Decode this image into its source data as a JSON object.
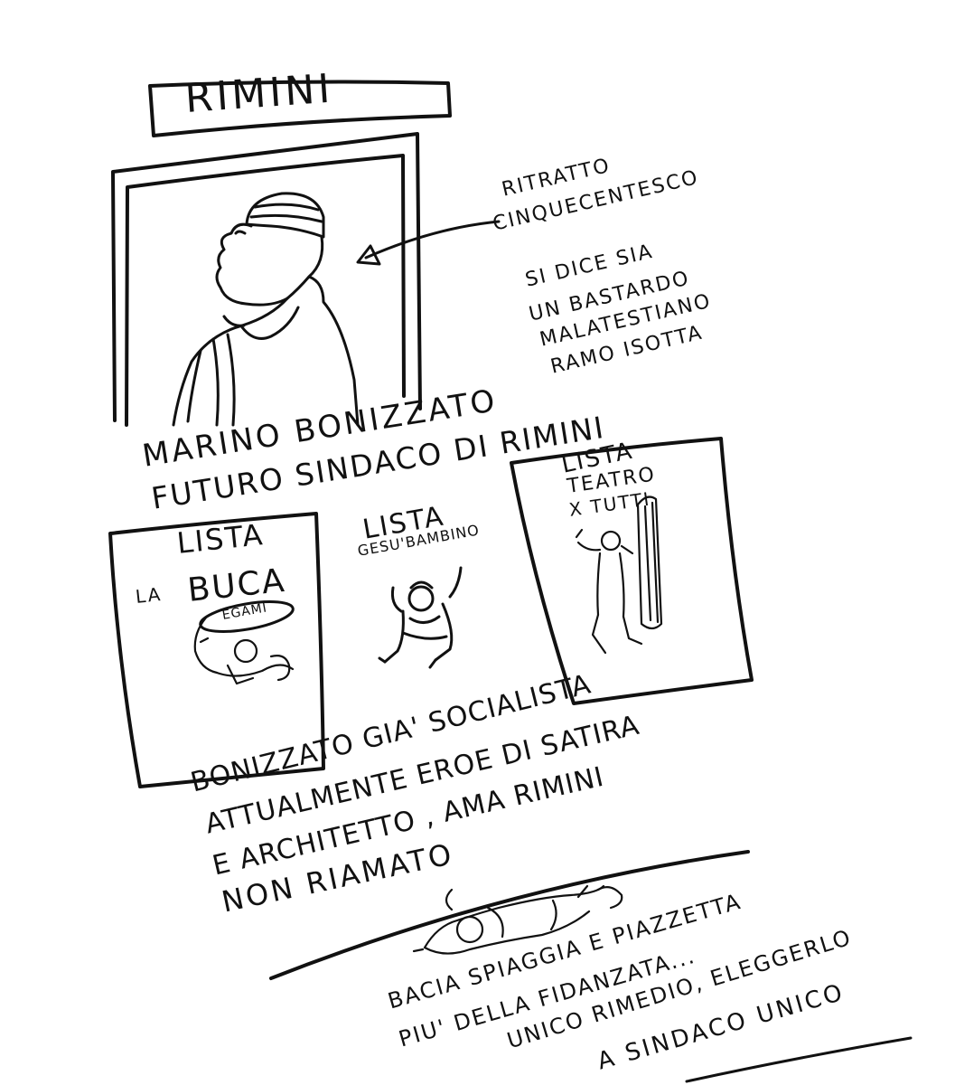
{
  "title": "RIMINI",
  "portrait_note": {
    "line1": "RITRATTO",
    "line2": "CINQUECENTESCO",
    "line3": "SI DICE SIA",
    "line4": "UN BASTARDO",
    "line5": "MALATESTIANO",
    "line6": "RAMO ISOTTA"
  },
  "headline": {
    "line1": "MARINO BONIZZATO",
    "line2": "FUTURO SINDACO DI RIMINI"
  },
  "lists": {
    "buca": {
      "line1": "LISTA",
      "line2a": "LA",
      "line2b": "BUCA",
      "bubble": "EGAMI"
    },
    "gesu": {
      "line1": "LISTA",
      "line2": "GESU'BAMBINO"
    },
    "teatro": {
      "line1": "LISTA",
      "line2": "TEATRO",
      "line3": "X TUTTI"
    }
  },
  "bio": {
    "line1": "BONIZZATO GIA' SOCIALISTA",
    "line2": "ATTUALMENTE EROE DI SATIRA",
    "line3": "E ARCHITETTO , AMA RIMINI",
    "line4": "NON RIAMATO"
  },
  "closing": {
    "line1": "BACIA SPIAGGIA E PIAZZETTA",
    "line2": "PIU' DELLA FIDANZATA...",
    "line3": "UNICO RIMEDIO, ELEGGERLO",
    "line4": "A SINDACO UNICO"
  }
}
